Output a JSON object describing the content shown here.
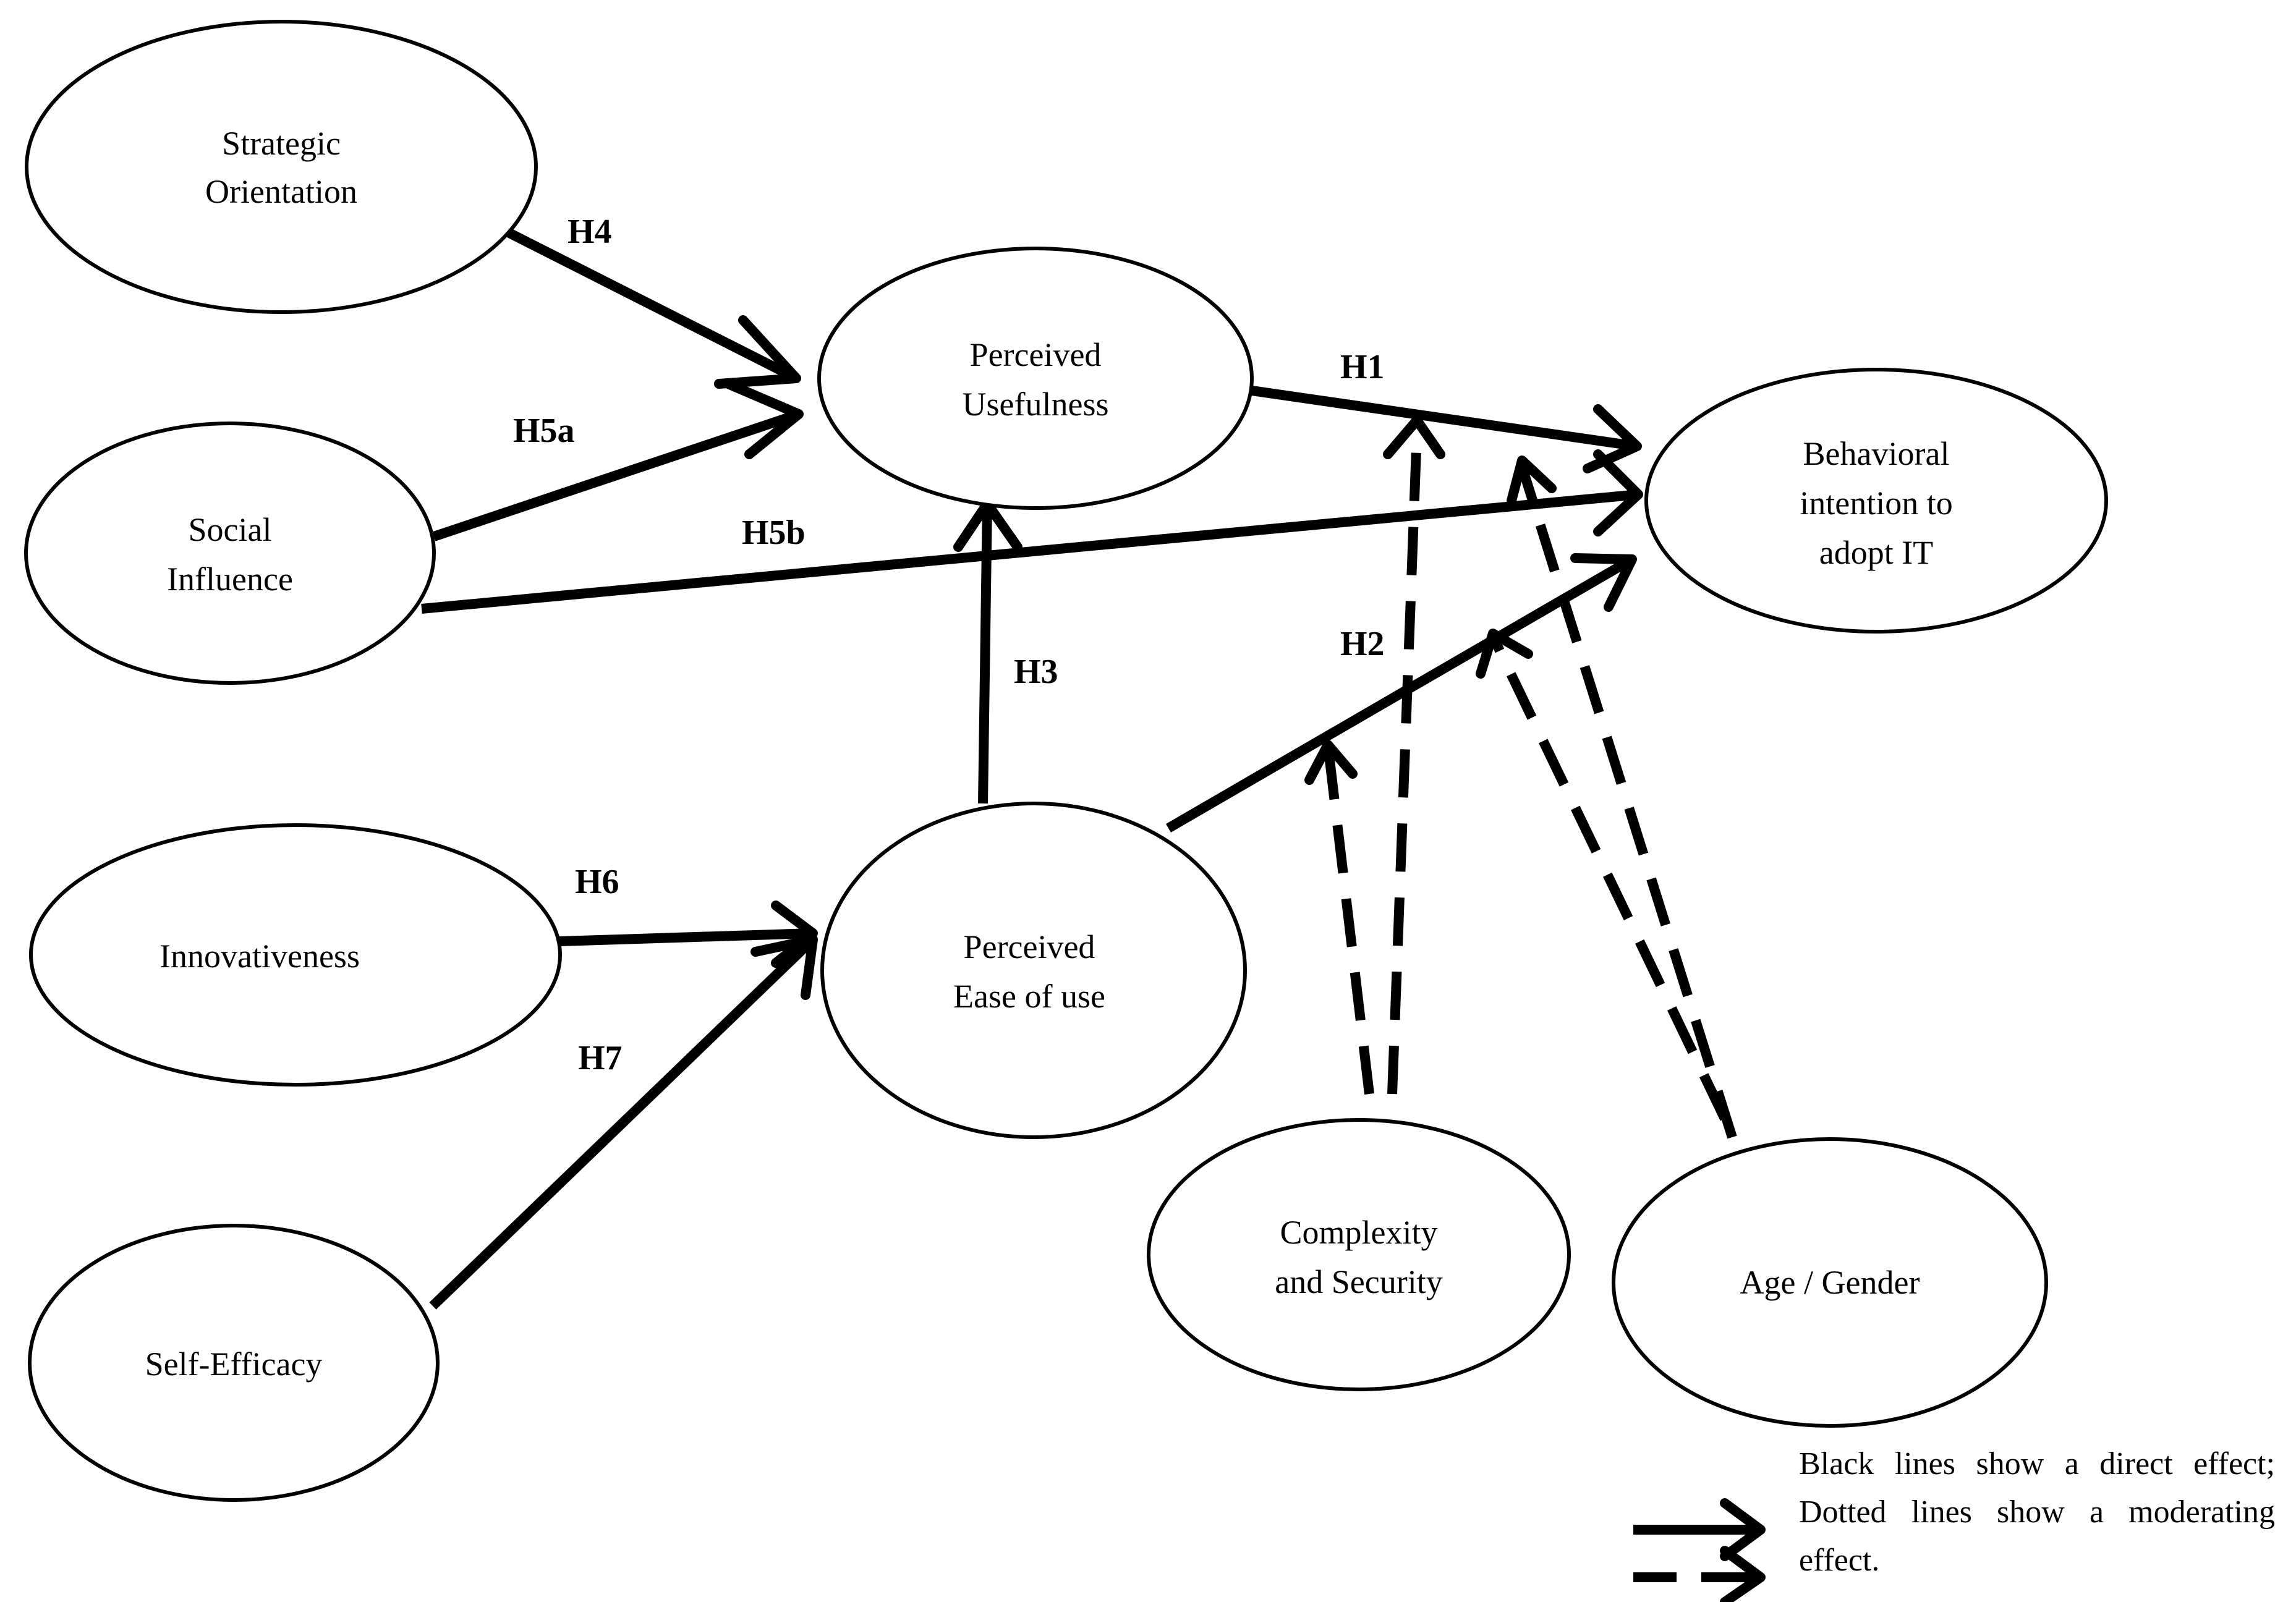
{
  "nodes": {
    "strategic_orientation": {
      "lines": [
        "Strategic",
        "Orientation"
      ]
    },
    "social_influence": {
      "lines": [
        "Social",
        "Influence"
      ]
    },
    "innovativeness": {
      "lines": [
        "Innovativeness"
      ]
    },
    "self_efficacy": {
      "lines": [
        "Self-Efficacy"
      ]
    },
    "perceived_usefulness": {
      "lines": [
        "Perceived",
        "Usefulness"
      ]
    },
    "perceived_ease_of_use": {
      "lines": [
        "Perceived",
        "Ease of use"
      ]
    },
    "behavioral_intention": {
      "lines": [
        "Behavioral",
        "intention to",
        "adopt IT"
      ]
    },
    "complexity_security": {
      "lines": [
        "Complexity",
        "and Security"
      ]
    },
    "age_gender": {
      "lines": [
        "Age / Gender"
      ]
    }
  },
  "edges": [
    {
      "label": "H4",
      "from": "strategic_orientation",
      "to": "perceived_usefulness",
      "type": "direct"
    },
    {
      "label": "H5a",
      "from": "social_influence",
      "to": "perceived_usefulness",
      "type": "direct"
    },
    {
      "label": "H5b",
      "from": "social_influence",
      "to": "behavioral_intention",
      "type": "direct"
    },
    {
      "label": "H1",
      "from": "perceived_usefulness",
      "to": "behavioral_intention",
      "type": "direct"
    },
    {
      "label": "H3",
      "from": "perceived_ease_of_use",
      "to": "perceived_usefulness",
      "type": "direct"
    },
    {
      "label": "H2",
      "from": "perceived_ease_of_use",
      "to": "behavioral_intention",
      "type": "direct"
    },
    {
      "label": "H6",
      "from": "innovativeness",
      "to": "perceived_ease_of_use",
      "type": "direct"
    },
    {
      "label": "H7",
      "from": "self_efficacy",
      "to": "perceived_ease_of_use",
      "type": "direct"
    }
  ],
  "moderators": [
    {
      "from": "complexity_security",
      "to_edge": "H1",
      "type": "moderating"
    },
    {
      "from": "complexity_security",
      "to_edge": "H2",
      "type": "moderating"
    },
    {
      "from": "age_gender",
      "to_edge": "H1",
      "type": "moderating"
    },
    {
      "from": "age_gender",
      "to_edge": "H2",
      "type": "moderating"
    }
  ],
  "legend": {
    "text": "Black lines show a direct effect; Dotted lines show a moderating effect.",
    "items": [
      {
        "type": "direct"
      },
      {
        "type": "moderating"
      }
    ]
  },
  "colors": {
    "line": "#000000",
    "background": "#ffffff"
  }
}
